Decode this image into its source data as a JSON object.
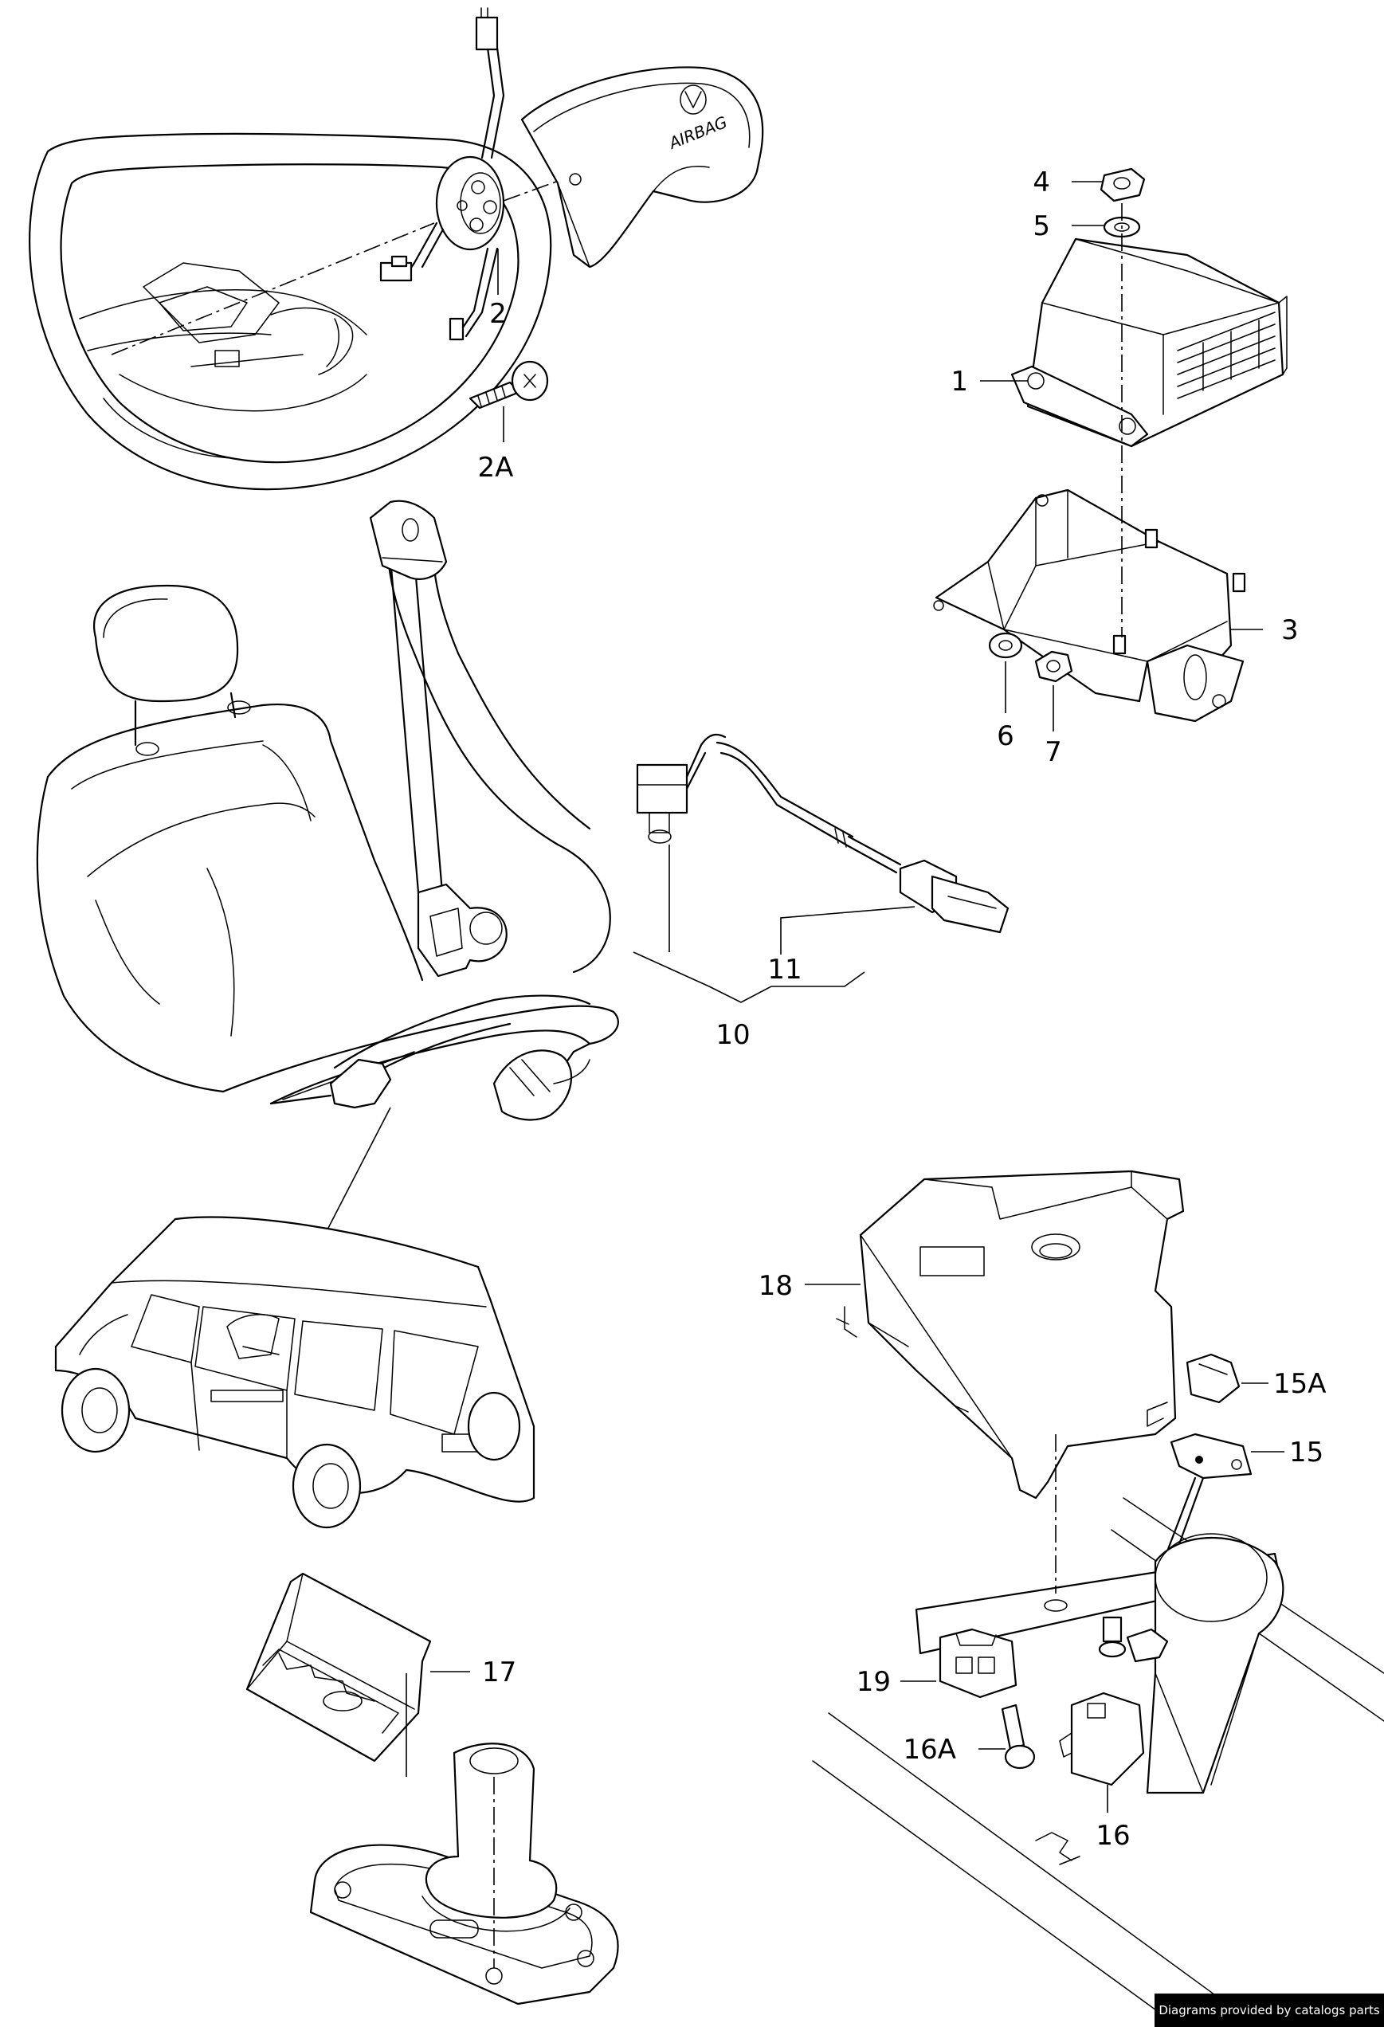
{
  "diagram": {
    "airbag_text": "AIRBAG",
    "callouts": {
      "p1": "1",
      "p2": "2",
      "p2a": "2A",
      "p3": "3",
      "p4": "4",
      "p5": "5",
      "p6": "6",
      "p7": "7",
      "p10": "10",
      "p11": "11",
      "p15": "15",
      "p15a": "15A",
      "p16": "16",
      "p16a": "16A",
      "p17": "17",
      "p18": "18",
      "p19": "19"
    }
  },
  "footer": {
    "credit": "Diagrams provided by catalogs parts"
  }
}
